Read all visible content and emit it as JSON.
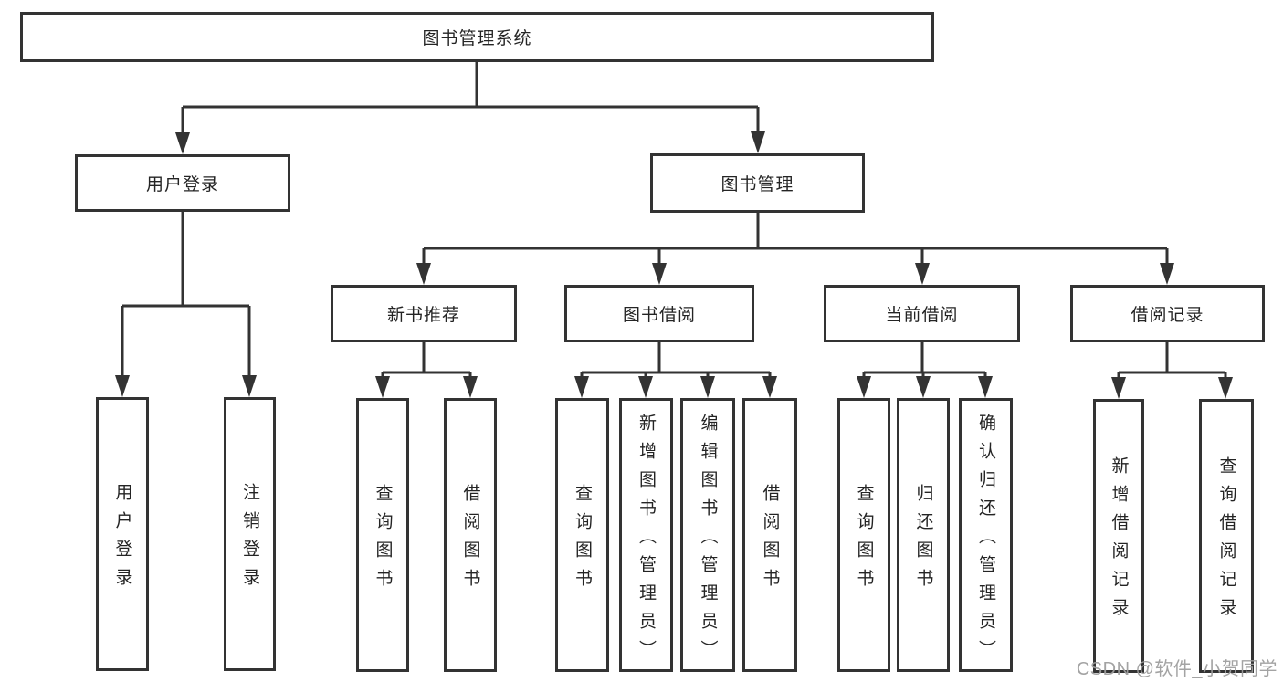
{
  "diagram": {
    "title": "图书管理系统",
    "tree": {
      "root": "图书管理系统",
      "user_login": {
        "label": "用户登录",
        "children": [
          "用户登录",
          "注销登录"
        ]
      },
      "book_management": {
        "label": "图书管理",
        "children": [
          {
            "label": "新书推荐",
            "children": [
              "查询图书",
              "借阅图书"
            ]
          },
          {
            "label": "图书借阅",
            "children": [
              "查询图书",
              "新增图书（管理员）",
              "编辑图书（管理员）",
              "借阅图书"
            ]
          },
          {
            "label": "当前借阅",
            "children": [
              "查询图书",
              "归还图书",
              "确认归还（管理员）"
            ]
          },
          {
            "label": "借阅记录",
            "children": [
              "新增借阅记录",
              "查询借阅记录"
            ]
          }
        ]
      }
    },
    "colors": {
      "line": "#333333",
      "box_border": "#333333",
      "text": "#242424",
      "watermark": "#9e9e9e",
      "background": "#ffffff"
    },
    "watermark": "CSDN @软件_小贺同学"
  }
}
